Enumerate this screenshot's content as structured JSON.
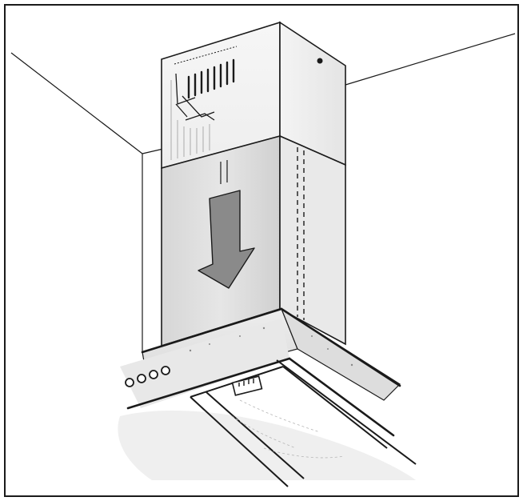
{
  "colors": {
    "line": "#1a1a1a",
    "background": "#ffffff",
    "panel_light": "#f2f2f2",
    "panel_mid": "#dcdcdc",
    "panel_dark": "#c4c4c4",
    "arrow_fill": "#8a8a8a",
    "shadow": "#ececec"
  },
  "figure": {
    "subject": "range-hood",
    "arrow_direction": "down",
    "control_knob_count": 4
  }
}
